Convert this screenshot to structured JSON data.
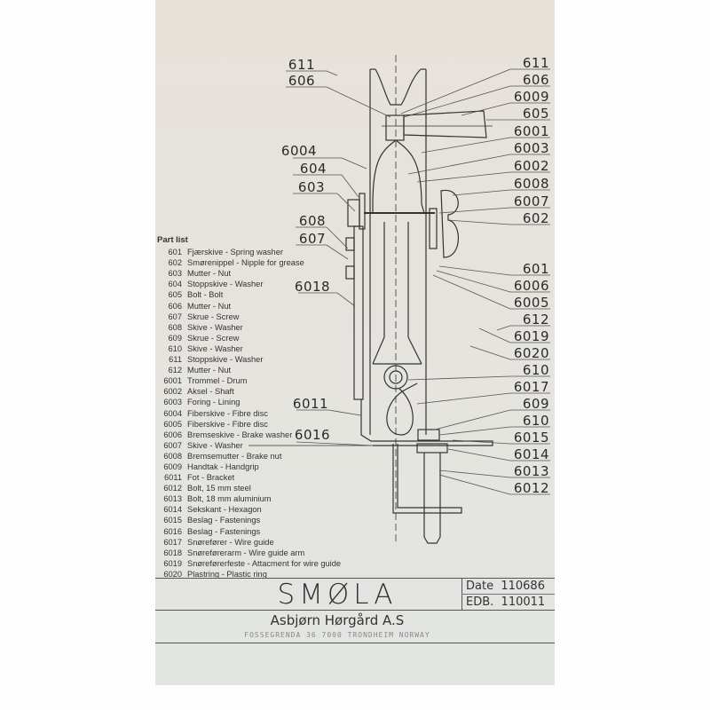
{
  "part_list": {
    "title": "Part list",
    "items": [
      {
        "no": "601",
        "desc": "Fjærskive - Spring washer"
      },
      {
        "no": "602",
        "desc": "Smørenippel - Nipple for grease"
      },
      {
        "no": "603",
        "desc": "Mutter - Nut"
      },
      {
        "no": "604",
        "desc": "Stoppskive - Washer"
      },
      {
        "no": "605",
        "desc": "Bolt - Bolt"
      },
      {
        "no": "606",
        "desc": "Mutter - Nut"
      },
      {
        "no": "607",
        "desc": "Skrue - Screw"
      },
      {
        "no": "608",
        "desc": "Skive - Washer"
      },
      {
        "no": "609",
        "desc": "Skrue - Screw"
      },
      {
        "no": "610",
        "desc": "Skive - Washer"
      },
      {
        "no": "611",
        "desc": "Stoppskive - Washer"
      },
      {
        "no": "612",
        "desc": "Mutter - Nut"
      },
      {
        "no": "6001",
        "desc": "Trommel - Drum"
      },
      {
        "no": "6002",
        "desc": "Aksel - Shaft"
      },
      {
        "no": "6003",
        "desc": "Foring - Lining"
      },
      {
        "no": "6004",
        "desc": "Fiberskive - Fibre disc"
      },
      {
        "no": "6005",
        "desc": "Fiberskive - Fibre disc"
      },
      {
        "no": "6006",
        "desc": "Bremseskive - Brake washer"
      },
      {
        "no": "6007",
        "desc": "Skive - Washer"
      },
      {
        "no": "6008",
        "desc": "Bremsemutter - Brake nut"
      },
      {
        "no": "6009",
        "desc": "Handtak - Handgrip"
      },
      {
        "no": "6011",
        "desc": "Fot - Bracket"
      },
      {
        "no": "6012",
        "desc": "Bolt, 15 mm steel"
      },
      {
        "no": "6013",
        "desc": "Bolt, 18 mm aluminium"
      },
      {
        "no": "6014",
        "desc": "Sekskant - Hexagon"
      },
      {
        "no": "6015",
        "desc": "Beslag - Fastenings"
      },
      {
        "no": "6016",
        "desc": "Beslag - Fastenings"
      },
      {
        "no": "6017",
        "desc": "Snørefører - Wire guide"
      },
      {
        "no": "6018",
        "desc": "Snøreførerarm - Wire guide arm"
      },
      {
        "no": "6019",
        "desc": "Snøreførerfeste - Attacment for wire guide"
      },
      {
        "no": "6020",
        "desc": "Plastring - Plastic ring"
      }
    ]
  },
  "callouts": {
    "left": [
      "611",
      "606",
      "6004",
      "604",
      "603",
      "608",
      "607",
      "6018",
      "6011",
      "6016"
    ],
    "right": [
      "611",
      "606",
      "6009",
      "605",
      "6001",
      "6003",
      "6002",
      "6008",
      "6007",
      "602",
      "601",
      "6006",
      "6005",
      "612",
      "6019",
      "6020",
      "610",
      "6017",
      "609",
      "610",
      "6015",
      "6014",
      "6013",
      "6012"
    ]
  },
  "title_block": {
    "product": "SMØLA",
    "date_label": "Date",
    "date_value": "110686",
    "edb_label": "EDB.",
    "edb_value": "110011",
    "company": "Asbjørn Hørgård A.S",
    "address": "FOSSEGRENDA 36 7000 TRONDHEIM NORWAY"
  }
}
